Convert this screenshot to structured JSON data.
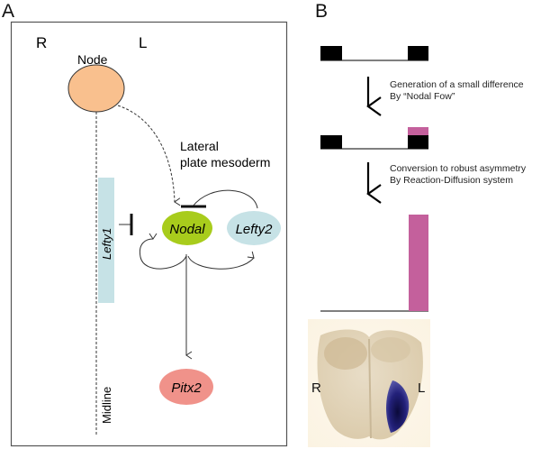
{
  "panel_a": {
    "letter": "A",
    "side_labels": {
      "right": "R",
      "left": "L"
    },
    "node_label": "Node",
    "tissue_label_line1": "Lateral",
    "tissue_label_line2": "plate mesoderm",
    "midline_label": "Midline",
    "genes": {
      "lefty1": "Lefty1",
      "nodal": "Nodal",
      "lefty2": "Lefty2",
      "pitx2": "Pitx2"
    },
    "colors": {
      "node": "#F9C08E",
      "nodal": "#A8CC1C",
      "lefty": "#C6E2E6",
      "pitx2": "#F0928A"
    }
  },
  "panel_b": {
    "letter": "B",
    "step1_caption_line1": "Generation of a small difference",
    "step1_caption_line2": "By “Nodal Fow”",
    "step2_caption_line1": "Conversion to robust asymmetry",
    "step2_caption_line2": "By Reaction-Diffusion system",
    "embryo_labels": {
      "right": "R",
      "left": "L"
    },
    "colors": {
      "baseline": "#000000",
      "asymmetry": "#C4609C"
    },
    "stages": [
      {
        "name": "initial",
        "right_level": 1,
        "left_level": 1,
        "left_extra": 0
      },
      {
        "name": "small-difference",
        "right_level": 1,
        "left_level": 1,
        "left_extra": 0.6
      },
      {
        "name": "robust-asymmetry",
        "right_level": 0,
        "left_level": 0,
        "left_extra": 6.5
      }
    ]
  }
}
